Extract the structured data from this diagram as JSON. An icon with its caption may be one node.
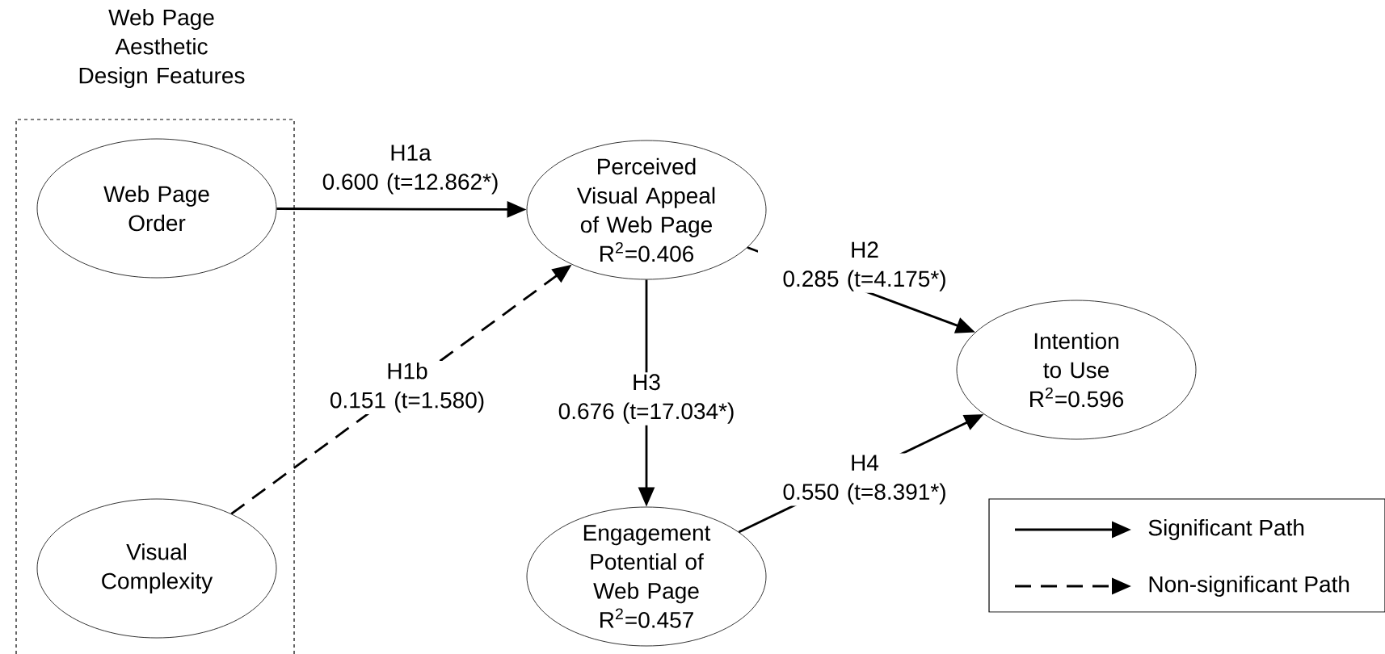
{
  "diagram": {
    "nodes": [
      {
        "text": [
          "Web Page Aesthetic Design Features"
        ]
      },
      {
        "text": [
          "Web Page Order"
        ],
        "in": 0
      },
      {
        "text": [
          "Visual Complexity"
        ],
        "in": 0
      },
      {
        "text": [
          "Perceived Visual Appeal of Web Page",
          "R$^{2}$=0.406"
        ]
      },
      {
        "text": [
          "Intention to Use",
          "R$^{2}$=0.596"
        ]
      },
      {
        "text": [
          "Engagement Potential of Web Page",
          "R$^{2}$=0.457"
        ]
      }
    ],
    "edges": [
      {
        "from": 1,
        "to": 3,
        "arrow": "to",
        "label": "H1a 0.600 (t=12.862*)"
      },
      {
        "from": 2,
        "to": 3,
        "arrow": "to",
        "label": "H1b 0.151 (t=1.580)",
        "style": "dashed"
      },
      {
        "from": 3,
        "to": 5,
        "arrow": "to",
        "label": "H3 0.676 (t=17.034*)"
      },
      {
        "from": 3,
        "to": 4,
        "arrow": "to",
        "label": "H2 0.285 (t=4.175*)"
      },
      {
        "from": 5,
        "to": 4,
        "arrow": "to",
        "label": "H4 0.550 (t=8.391*)"
      }
    ],
    "legend": [
      {
        "text": "Significant Path"
      },
      {
        "text": "Non-significant Path"
      }
    ]
  }
}
